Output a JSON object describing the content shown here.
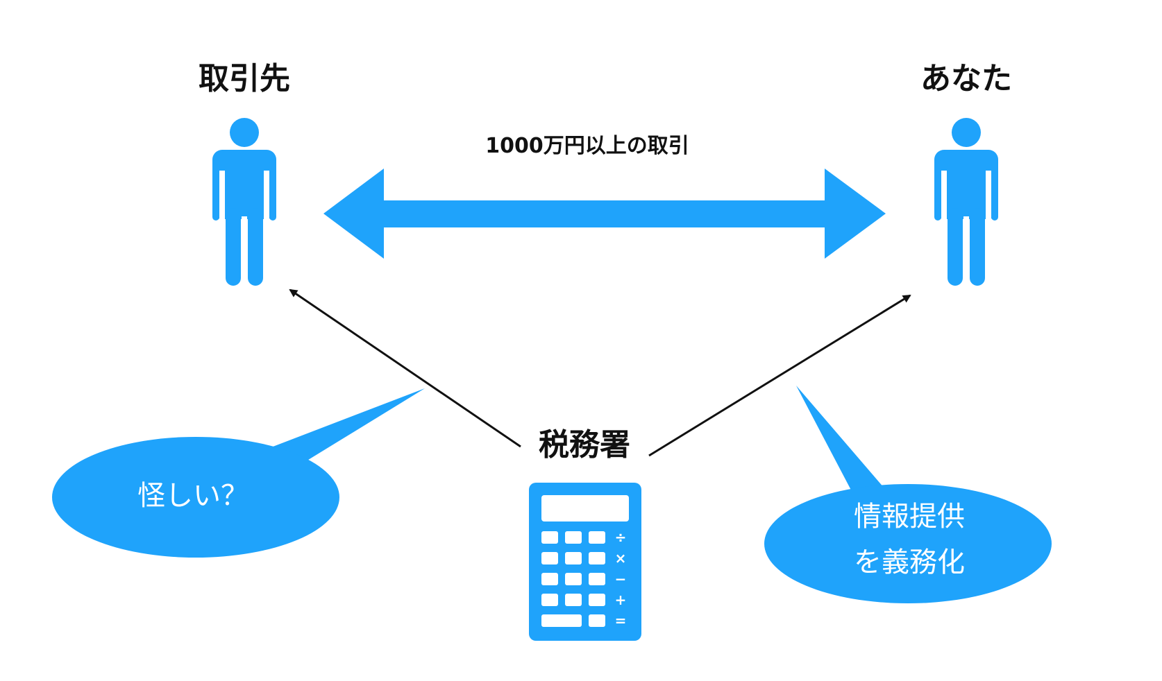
{
  "colors": {
    "accent": "#1fa3fb",
    "text": "#111111",
    "bubble_text": "#ffffff",
    "connector": "#111111"
  },
  "nodes": {
    "partner": {
      "label": "取引先",
      "icon": "person-icon"
    },
    "you": {
      "label": "あなた",
      "icon": "person-icon"
    },
    "tax_office": {
      "label": "税務署",
      "icon": "calculator-icon"
    }
  },
  "transaction": {
    "label": "1000万円以上の取引",
    "icon": "double-arrow-icon"
  },
  "bubbles": {
    "suspicion": {
      "line1": "怪しい？"
    },
    "obligation": {
      "line1": "情報提供",
      "line2": "を義務化"
    }
  },
  "calculator": {
    "keys": [
      "÷",
      "×",
      "−",
      "+",
      "="
    ]
  }
}
